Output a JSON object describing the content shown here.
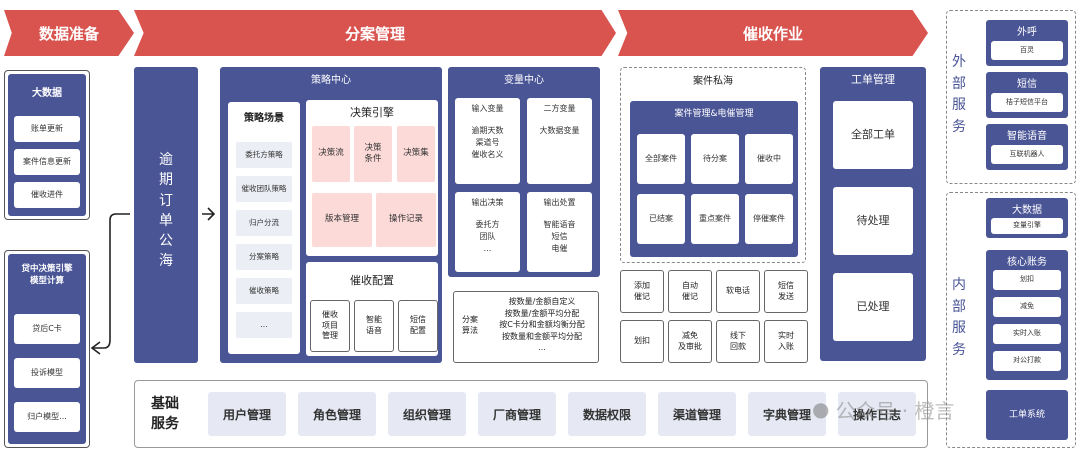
{
  "headers": {
    "data_prep": "数据准备",
    "case_mgmt": "分案管理",
    "collection": "催收作业"
  },
  "data_prep": {
    "title": "大数据",
    "items": [
      "账单更新",
      "案件信息更新",
      "催收进件"
    ]
  },
  "risk_engine": {
    "title": "贷中决策引擎\n模型计算",
    "items": [
      "贷后C卡",
      "投诉模型",
      "归户模型..."
    ]
  },
  "overdue_pool": "逾\n期\n订\n单\n公\n海",
  "strategy_center": {
    "title": "策略中心",
    "scenario": {
      "title": "策略场景",
      "items": [
        "委托方策略",
        "催收团队策略",
        "归户分流",
        "分案策略",
        "催收策略",
        "..."
      ]
    },
    "decision": {
      "title": "决策引擎",
      "items": [
        "决策流",
        "决策\n条件",
        "决策集",
        "版本管理",
        "操作记录"
      ]
    },
    "config": {
      "title": "催收配置",
      "items": [
        "催收\n项目\n管理",
        "智能\n语音",
        "短信\n配置"
      ]
    }
  },
  "variable_center": {
    "title": "变量中心",
    "boxes": [
      {
        "title": "输入变量",
        "body": "逾期天数\n渠道号\n催收名义"
      },
      {
        "title": "二方变量",
        "body": "大数据变量"
      },
      {
        "title": "输出决策",
        "body": "委托方\n团队\n..."
      },
      {
        "title": "输出处置",
        "body": "智能语音\n短信\n电催"
      }
    ]
  },
  "algorithm": {
    "label": "分案\n算法",
    "lines": [
      "按数量/金额自定义",
      "按数量/金额平均分配",
      "按C卡分和金额均衡分配",
      "按数量和金额平均分配",
      "..."
    ]
  },
  "case_pool": {
    "title": "案件私海",
    "inner_title": "案件管理&电催管理",
    "items": [
      "全部案件",
      "待分案",
      "催收中",
      "已结案",
      "重点案件",
      "停催案件"
    ],
    "actions": [
      "添加\n催记",
      "自动\n催记",
      "软电话",
      "短信\n发送",
      "划扣",
      "减免\n及审批",
      "线下\n回款",
      "实时\n入账"
    ]
  },
  "work_order": {
    "title": "工单管理",
    "items": [
      "全部工单",
      "待处理",
      "已处理"
    ]
  },
  "external": {
    "label": "外\n部\n服\n务",
    "groups": [
      {
        "title": "外呼",
        "items": [
          "百灵"
        ]
      },
      {
        "title": "短信",
        "items": [
          "桔子短信平台"
        ]
      },
      {
        "title": "智能语音",
        "items": [
          "互联机器人"
        ]
      }
    ]
  },
  "internal": {
    "label": "内\n部\n服\n务",
    "groups": [
      {
        "title": "大数据",
        "items": [
          "变量引擎"
        ]
      },
      {
        "title": "核心账务",
        "items": [
          "划扣",
          "减免",
          "实时入账",
          "对公打款"
        ]
      }
    ],
    "last": "工单系统"
  },
  "base": {
    "label": "基础\n服务",
    "items": [
      "用户管理",
      "角色管理",
      "组织管理",
      "厂商管理",
      "数据权限",
      "渠道管理",
      "字典管理",
      "操作日志"
    ]
  },
  "watermark": "公众号 · 橙言"
}
